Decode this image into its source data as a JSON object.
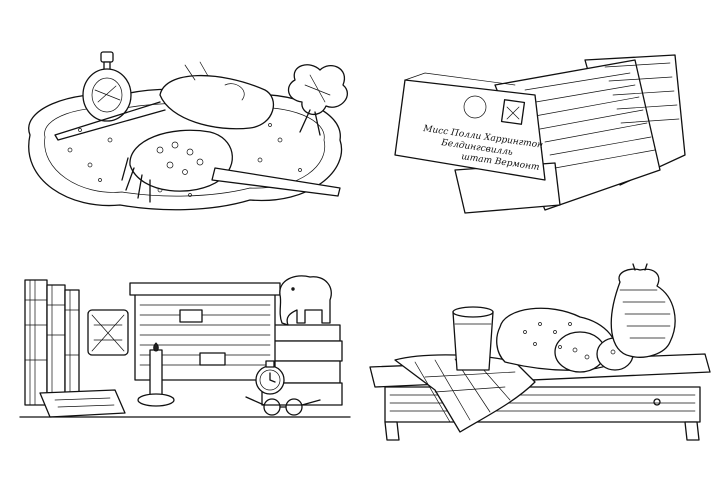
{
  "image": {
    "background": "#ffffff",
    "ink": "#111111"
  },
  "panels": [
    {
      "id": "vanity",
      "icons": [
        "perfume-bottle-icon",
        "hand-mirror-icon",
        "hair-brush-icon",
        "carnation-icon",
        "doily-icon"
      ]
    },
    {
      "id": "letters",
      "icons": [
        "envelope-icon",
        "postage-stamp-icon",
        "letter-sheet-icon"
      ]
    },
    {
      "id": "desk",
      "icons": [
        "book-stack-icon",
        "wooden-box-icon",
        "elephant-figurine-icon",
        "pocket-watch-icon",
        "candle-icon",
        "eyeglasses-icon"
      ]
    },
    {
      "id": "bread",
      "icons": [
        "table-icon",
        "glass-of-milk-icon",
        "bread-loaf-icon",
        "clay-jug-icon",
        "napkin-icon"
      ]
    }
  ],
  "envelope": {
    "address_lines": [
      "Мисс Полли Харрингтон",
      "Белдингсвилль",
      "штат Вермонт"
    ]
  }
}
